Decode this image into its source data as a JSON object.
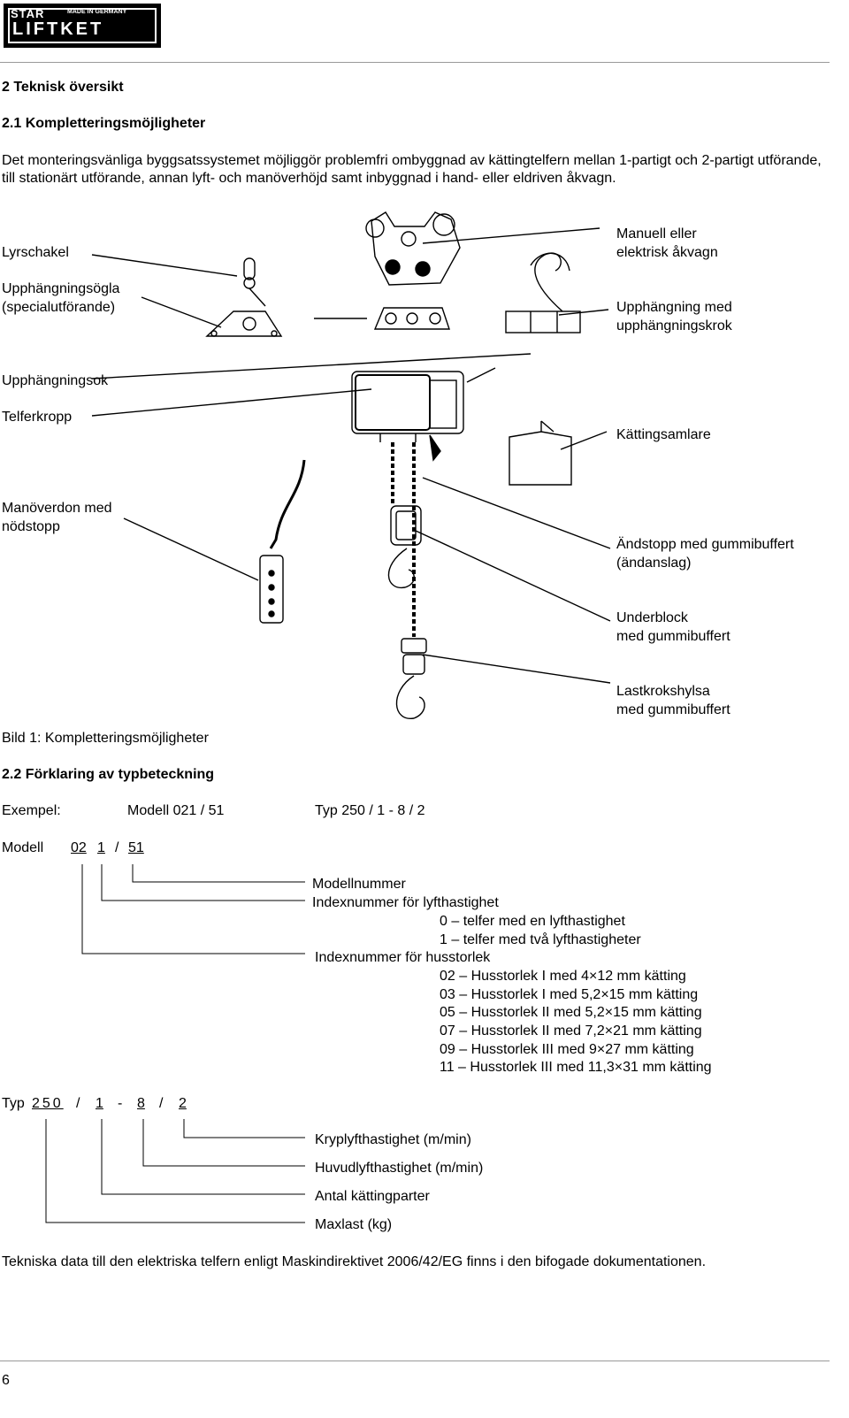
{
  "logo": {
    "top": "STAR",
    "made": "MADE IN GERMANY",
    "main": "LIFTKET"
  },
  "heading1": "2  Teknisk översikt",
  "heading2": "2.1  Kompletteringsmöjligheter",
  "intro": "Det monteringsvänliga byggsatssystemet möjliggör problemfri ombyggnad av kättingtelfern mellan 1-partigt och 2-partigt utförande, till stationärt utförande, annan lyft- och manöverhöjd samt inbyggnad i hand- eller eldriven åkvagn.",
  "labels": {
    "lyrschakel": "Lyrschakel",
    "ogla1": "Upphängningsögla",
    "ogla2": "(specialutförande)",
    "manuell1": "Manuell eller",
    "manuell2": "elektrisk åkvagn",
    "krok1": "Upphängning med",
    "krok2": "upphängningskrok",
    "upphok": "Upphängningsok",
    "telferkropp": "Telferkropp",
    "kattingsamlare": "Kättingsamlare",
    "manoverdon1": "Manöverdon med",
    "manoverdon2": "nödstopp",
    "andstopp1": "Ändstopp med gummibuffert",
    "andstopp2": "(ändanslag)",
    "underblock1": "Underblock",
    "underblock2": "med gummibuffert",
    "lastkrok1": "Lastkrokshylsa",
    "lastkrok2": "med gummibuffert"
  },
  "caption": "Bild 1: Kompletteringsmöjligheter",
  "heading3": "2.2  Förklaring av typbeteckning",
  "example": {
    "label": "Exempel:",
    "model": "Modell 021 / 51",
    "type": "Typ 250 / 1 - 8 / 2"
  },
  "modell": {
    "prefix": "Modell",
    "p1": "02",
    "p2": "1",
    "sep": "/",
    "p3": "51",
    "modellnummer": "Modellnummer",
    "index_lyft": "Indexnummer för lyfthastighet",
    "lyft": [
      "0 – telfer med en lyfthastighet",
      "1 – telfer med två lyfthastigheter"
    ],
    "index_hus": "Indexnummer för husstorlek",
    "hus": [
      "02 – Husstorlek I med 4×12 mm kätting",
      "03 – Husstorlek I med 5,2×15 mm kätting",
      "05 – Husstorlek II med 5,2×15 mm kätting",
      "07 – Husstorlek II med 7,2×21 mm kätting",
      "09 – Husstorlek III med 9×27 mm kätting",
      "11 – Husstorlek III med 11,3×31 mm kätting"
    ]
  },
  "typ": {
    "prefix": "Typ",
    "p1": "250",
    "s1": "/",
    "p2": "1",
    "s2": "-",
    "p3": "8",
    "s3": "/",
    "p4": "2",
    "kryp": "Kryplyfthastighet (m/min)",
    "huvud": "Huvudlyfthastighet (m/min)",
    "antal": "Antal kättingparter",
    "maxlast": "Maxlast (kg)"
  },
  "footer_note": "Tekniska data till den elektriska telfern enligt Maskindirektivet 2006/42/EG finns i den bifogade dokumentationen.",
  "page_number": "6"
}
